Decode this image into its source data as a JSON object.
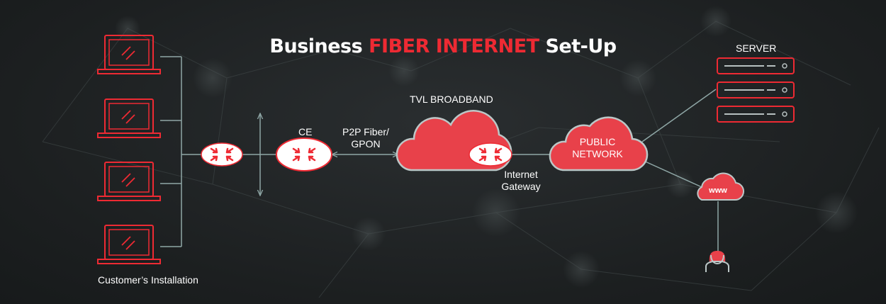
{
  "title": {
    "prefix": "Business ",
    "accent": "FIBER INTERNET",
    "suffix": " Set-Up"
  },
  "labels": {
    "customers": "Customer’s Installation",
    "ce": "CE",
    "link": [
      "P2P Fiber/",
      "GPON"
    ],
    "isp": "TVL BROADBAND",
    "gateway": [
      "Internet",
      "Gateway"
    ],
    "public_network": [
      "PUBLIC",
      "NETWORK"
    ],
    "server": "SERVER",
    "www": "www"
  },
  "colors": {
    "accent": "#ee2a33",
    "line": "#8fa7a6",
    "background": "#1d2021"
  },
  "icons": [
    "laptop-icon",
    "router-icon",
    "cloud-icon",
    "server-icon",
    "www-cloud-icon",
    "user-icon"
  ]
}
